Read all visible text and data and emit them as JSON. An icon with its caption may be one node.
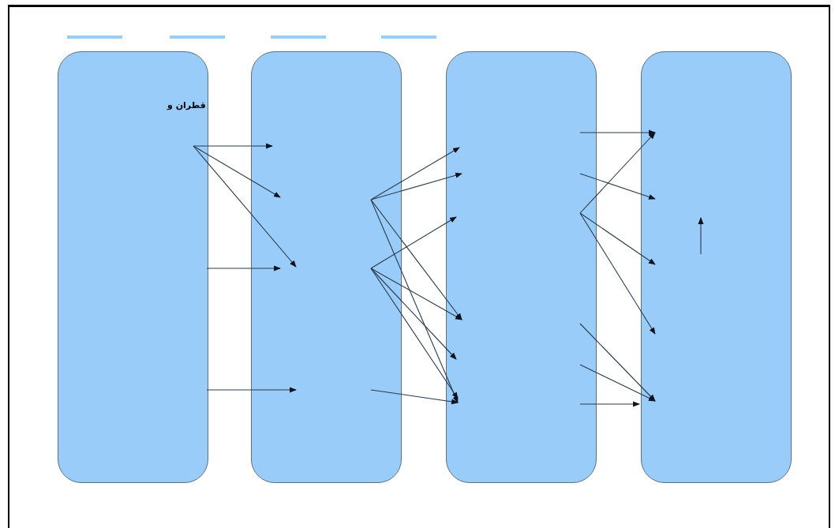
{
  "diagram": {
    "nodes": [
      {
        "text": [],
        "shape": "box"
      },
      {
        "text": [],
        "shape": "box"
      },
      {
        "text": [],
        "shape": "box"
      },
      {
        "text": [],
        "shape": "box"
      }
    ],
    "edges": [
      {
        "from": 0,
        "to": 1,
        "arrow": "to"
      },
      {
        "from": 0,
        "to": 1,
        "arrow": "to"
      },
      {
        "from": 0,
        "to": 1,
        "arrow": "to"
      },
      {
        "from": 0,
        "to": 1,
        "arrow": "to"
      },
      {
        "from": 0,
        "to": 1,
        "arrow": "to"
      },
      {
        "from": 1,
        "to": 2,
        "arrow": "to"
      },
      {
        "from": 1,
        "to": 2,
        "arrow": "to"
      },
      {
        "from": 1,
        "to": 2,
        "arrow": "to"
      },
      {
        "from": 1,
        "to": 2,
        "arrow": "to"
      },
      {
        "from": 1,
        "to": 2,
        "arrow": "to"
      },
      {
        "from": 1,
        "to": 2,
        "arrow": "to"
      },
      {
        "from": 1,
        "to": 2,
        "arrow": "to"
      },
      {
        "from": 1,
        "to": 2,
        "arrow": "to"
      },
      {
        "from": 1,
        "to": 2,
        "arrow": "to"
      },
      {
        "from": 2,
        "to": 3,
        "arrow": "to"
      },
      {
        "from": 2,
        "to": 3,
        "arrow": "to"
      },
      {
        "from": 2,
        "to": 3,
        "arrow": "to"
      },
      {
        "from": 2,
        "to": 3,
        "arrow": "to"
      },
      {
        "from": 2,
        "to": 3,
        "arrow": "to"
      },
      {
        "from": 2,
        "to": 3,
        "arrow": "to"
      },
      {
        "from": 2,
        "to": 3,
        "arrow": "to"
      },
      {
        "from": 2,
        "to": 3,
        "arrow": "to"
      }
    ],
    "labels": [
      "قطران و"
    ]
  }
}
